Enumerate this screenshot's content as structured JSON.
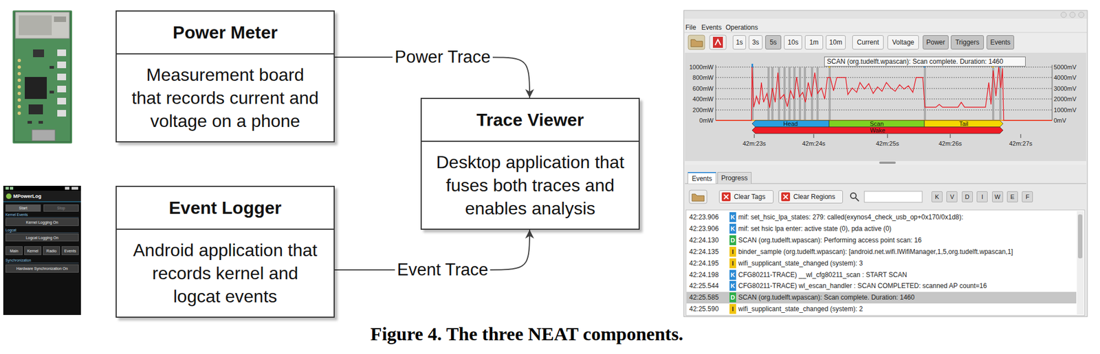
{
  "diagram": {
    "caption": "Figure 4. The three NEAT components.",
    "nodes": [
      {
        "text": [
          "Power Meter",
          "Measurement board that records current and voltage on a phone"
        ]
      },
      {
        "text": [
          "Event Logger",
          "Android application that records kernel and logcat events"
        ]
      },
      {
        "text": [
          "Trace Viewer",
          "Desktop application that fuses both traces and enables analysis"
        ]
      }
    ],
    "edges": [
      {
        "from": 0,
        "to": 2,
        "label": "Power Trace",
        "arrow": "to"
      },
      {
        "from": 1,
        "to": 2,
        "label": "Event Trace",
        "arrow": "to"
      }
    ],
    "labels": [
      "MPowerLog",
      "Start",
      "Stop",
      "Kernel Events",
      "Kernel Logging On",
      "Logcat",
      "Logcat Logging On",
      "Main",
      "Kernel",
      "Radio",
      "Events",
      "Synchronization",
      "Hardware Synchronization On",
      "File",
      "Events",
      "Operations",
      "1s",
      "3s",
      "5s",
      "10s",
      "1m",
      "10m",
      "Current",
      "Voltage",
      "Power",
      "Triggers",
      "Events",
      "SCAN (org.tudelft.wpascan): Scan complete. Duration: 1460",
      "1000mW",
      "800mW",
      "600mW",
      "400mW",
      "200mW",
      "0mW",
      "5000mV",
      "4000mV",
      "3000mV",
      "2000mV",
      "1000mV",
      "0mV",
      "Head",
      "Scan",
      "Tail",
      "Wake",
      "42m:23s",
      "42m:24s",
      "42m:25s",
      "42m:26s",
      "42m:27s",
      "Events",
      "Progress",
      "Clear Tags",
      "Clear Regions",
      "K",
      "V",
      "D",
      "I",
      "W",
      "E",
      "F",
      "42:23.906",
      "K",
      "mif: set_hsic_lpa_states: 279: called(exynos4_check_usb_op+0x170/0x1d8):",
      "42:23.906",
      "K",
      "mif: set hsic lpa enter: active state (0), pda active (0)",
      "42:24.130",
      "D",
      "SCAN (org.tudelft.wpascan): Performing access point scan: 16",
      "42:24.135",
      "I",
      "binder_sample (org.tudelft.wpascan): [android.net.wifi.IWifiManager,1,5,org.tudelft.wpascan,1]",
      "42:24.195",
      "I",
      "wifi_supplicant_state_changed (system): 3",
      "42:24.198",
      "K",
      "CFG80211-TRACE) __wl_cfg80211_scan : START SCAN",
      "42:25.544",
      "K",
      "CFG80211-TRACE) wl_escan_handler : SCAN COMPLETED: scanned AP count=16",
      "42:25.585",
      "D",
      "SCAN (org.tudelft.wpascan): Scan complete. Duration: 1460",
      "42:25.590",
      "I",
      "wifi_supplicant_state_changed (system): 2"
    ]
  }
}
